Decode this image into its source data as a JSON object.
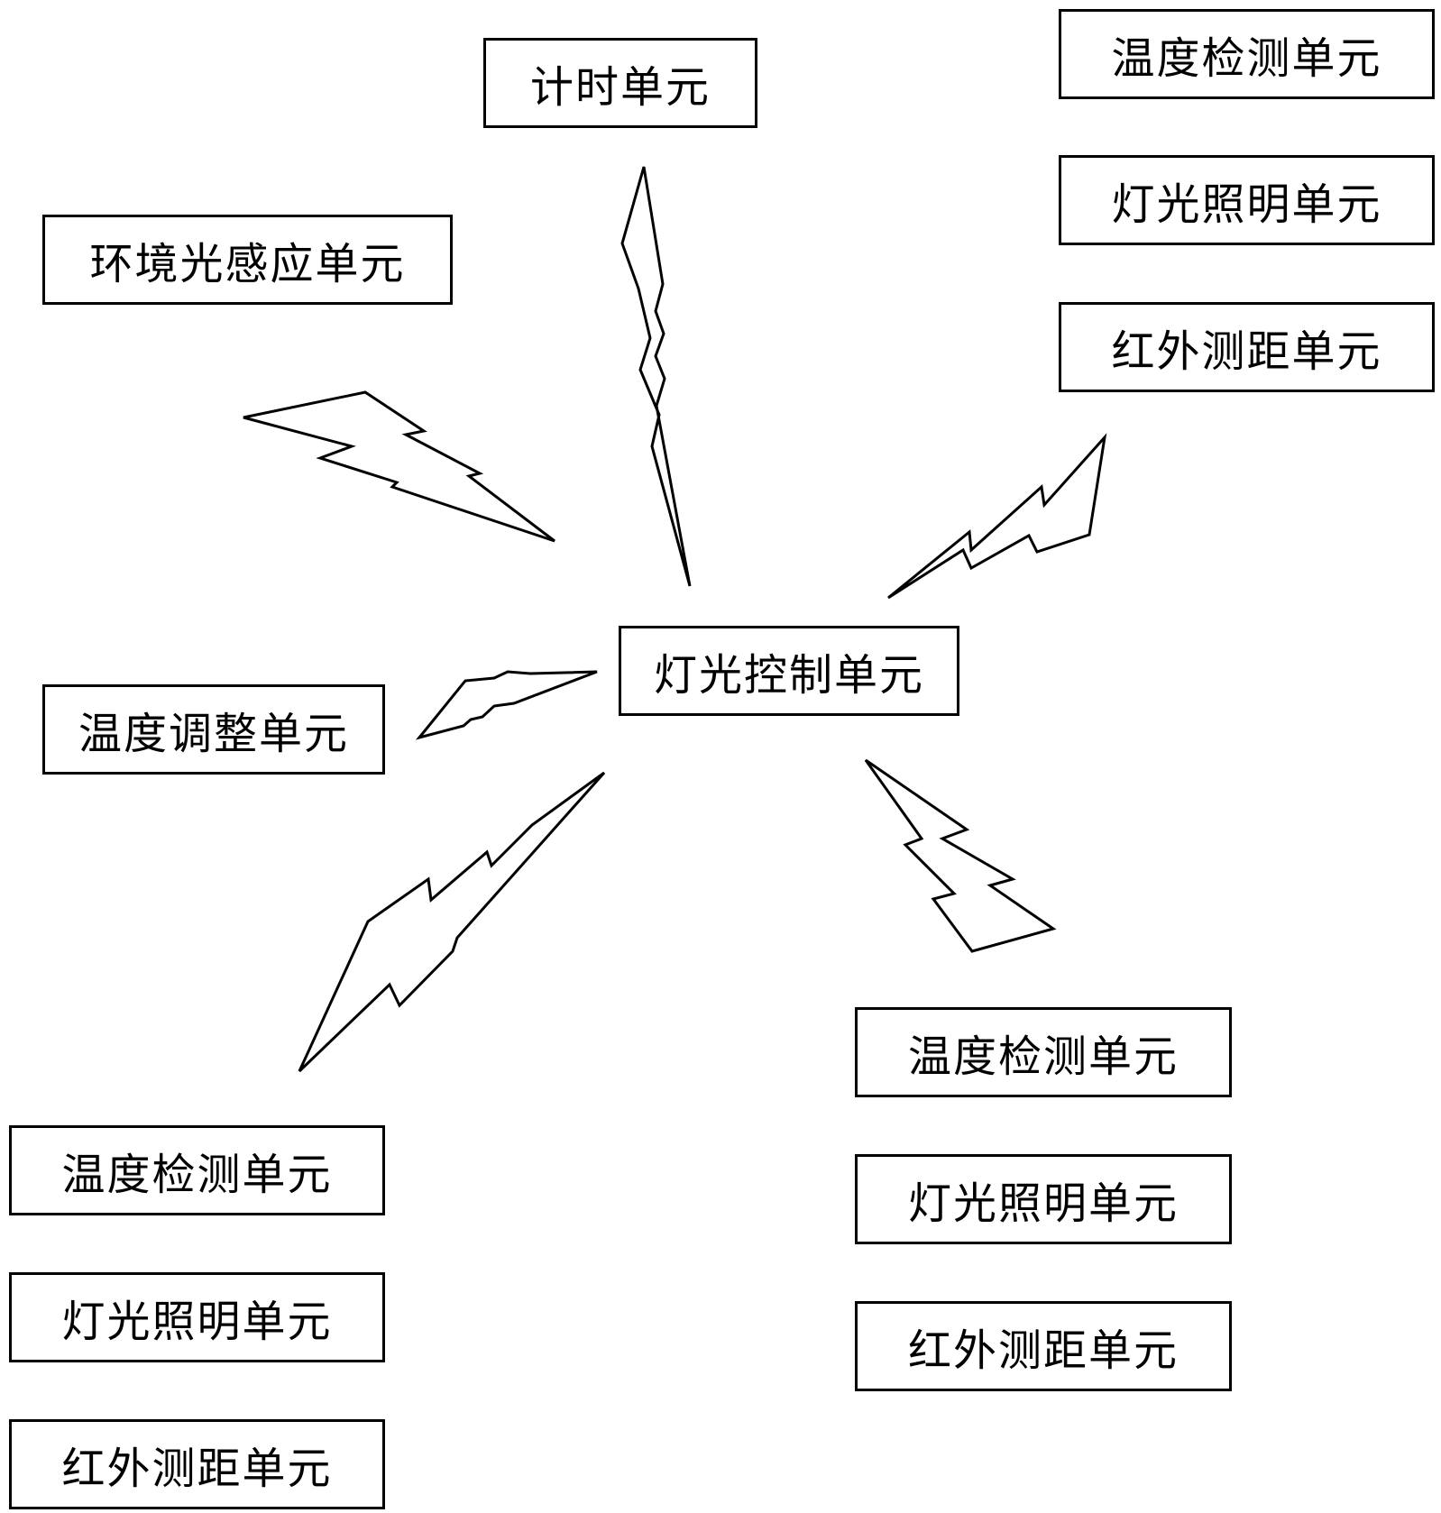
{
  "diagram": {
    "center": {
      "label": "灯光控制单元"
    },
    "timer": {
      "label": "计时单元"
    },
    "ambient": {
      "label": "环境光感应单元"
    },
    "temp_adjust": {
      "label": "温度调整单元"
    },
    "node_top_right": {
      "temp": "温度检测单元",
      "light": "灯光照明单元",
      "ir": "红外测距单元"
    },
    "node_bottom_right": {
      "temp": "温度检测单元",
      "light": "灯光照明单元",
      "ir": "红外测距单元"
    },
    "node_bottom_left": {
      "temp": "温度检测单元",
      "light": "灯光照明单元",
      "ir": "红外测距单元"
    }
  }
}
